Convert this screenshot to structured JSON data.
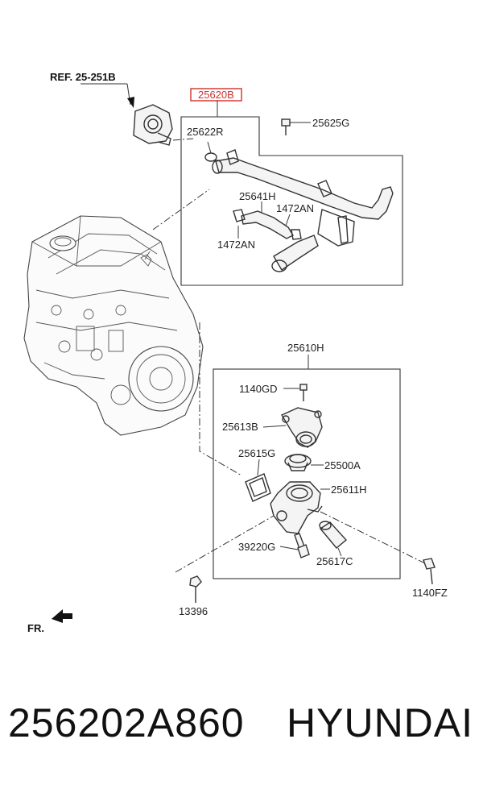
{
  "diagram": {
    "ref_label": "REF. 25-251B",
    "selected_part": "25620B",
    "front_label": "FR.",
    "colors": {
      "highlight": "#d0302c",
      "line": "#333333"
    },
    "labels": [
      {
        "id": "25622R",
        "text": "25622R"
      },
      {
        "id": "25625G",
        "text": "25625G"
      },
      {
        "id": "25641H",
        "text": "25641H"
      },
      {
        "id": "1472AN_a",
        "text": "1472AN"
      },
      {
        "id": "1472AN_b",
        "text": "1472AN"
      },
      {
        "id": "25610H",
        "text": "25610H"
      },
      {
        "id": "1140GD",
        "text": "1140GD"
      },
      {
        "id": "25613B",
        "text": "25613B"
      },
      {
        "id": "25615G",
        "text": "25615G"
      },
      {
        "id": "25500A",
        "text": "25500A"
      },
      {
        "id": "25611H",
        "text": "25611H"
      },
      {
        "id": "39220G",
        "text": "39220G"
      },
      {
        "id": "25617C",
        "text": "25617C"
      },
      {
        "id": "1140FZ",
        "text": "1140FZ"
      },
      {
        "id": "13396",
        "text": "13396"
      }
    ]
  },
  "caption": {
    "part_number": "256202A860",
    "brand": "HYUNDAI"
  }
}
